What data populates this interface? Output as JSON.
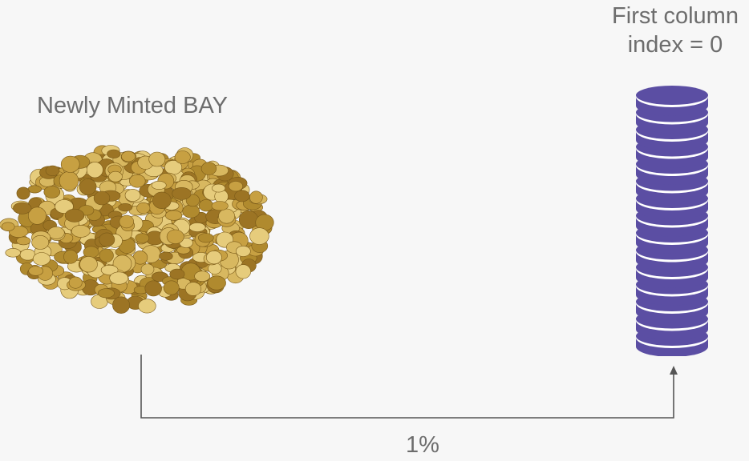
{
  "diagram": {
    "source_label": "Newly Minted BAY",
    "column": {
      "title_line1": "First column",
      "title_line2": "index = 0",
      "stack_color": "#5b4ea3",
      "stripe_color": "#ffffff",
      "disc_count": 15
    },
    "flow": {
      "percent_label": "1%",
      "line_color": "#555555"
    },
    "coin_colors": [
      "#d8b860",
      "#c7a042",
      "#b08a2e",
      "#e6cc7c",
      "#9c7424"
    ]
  }
}
